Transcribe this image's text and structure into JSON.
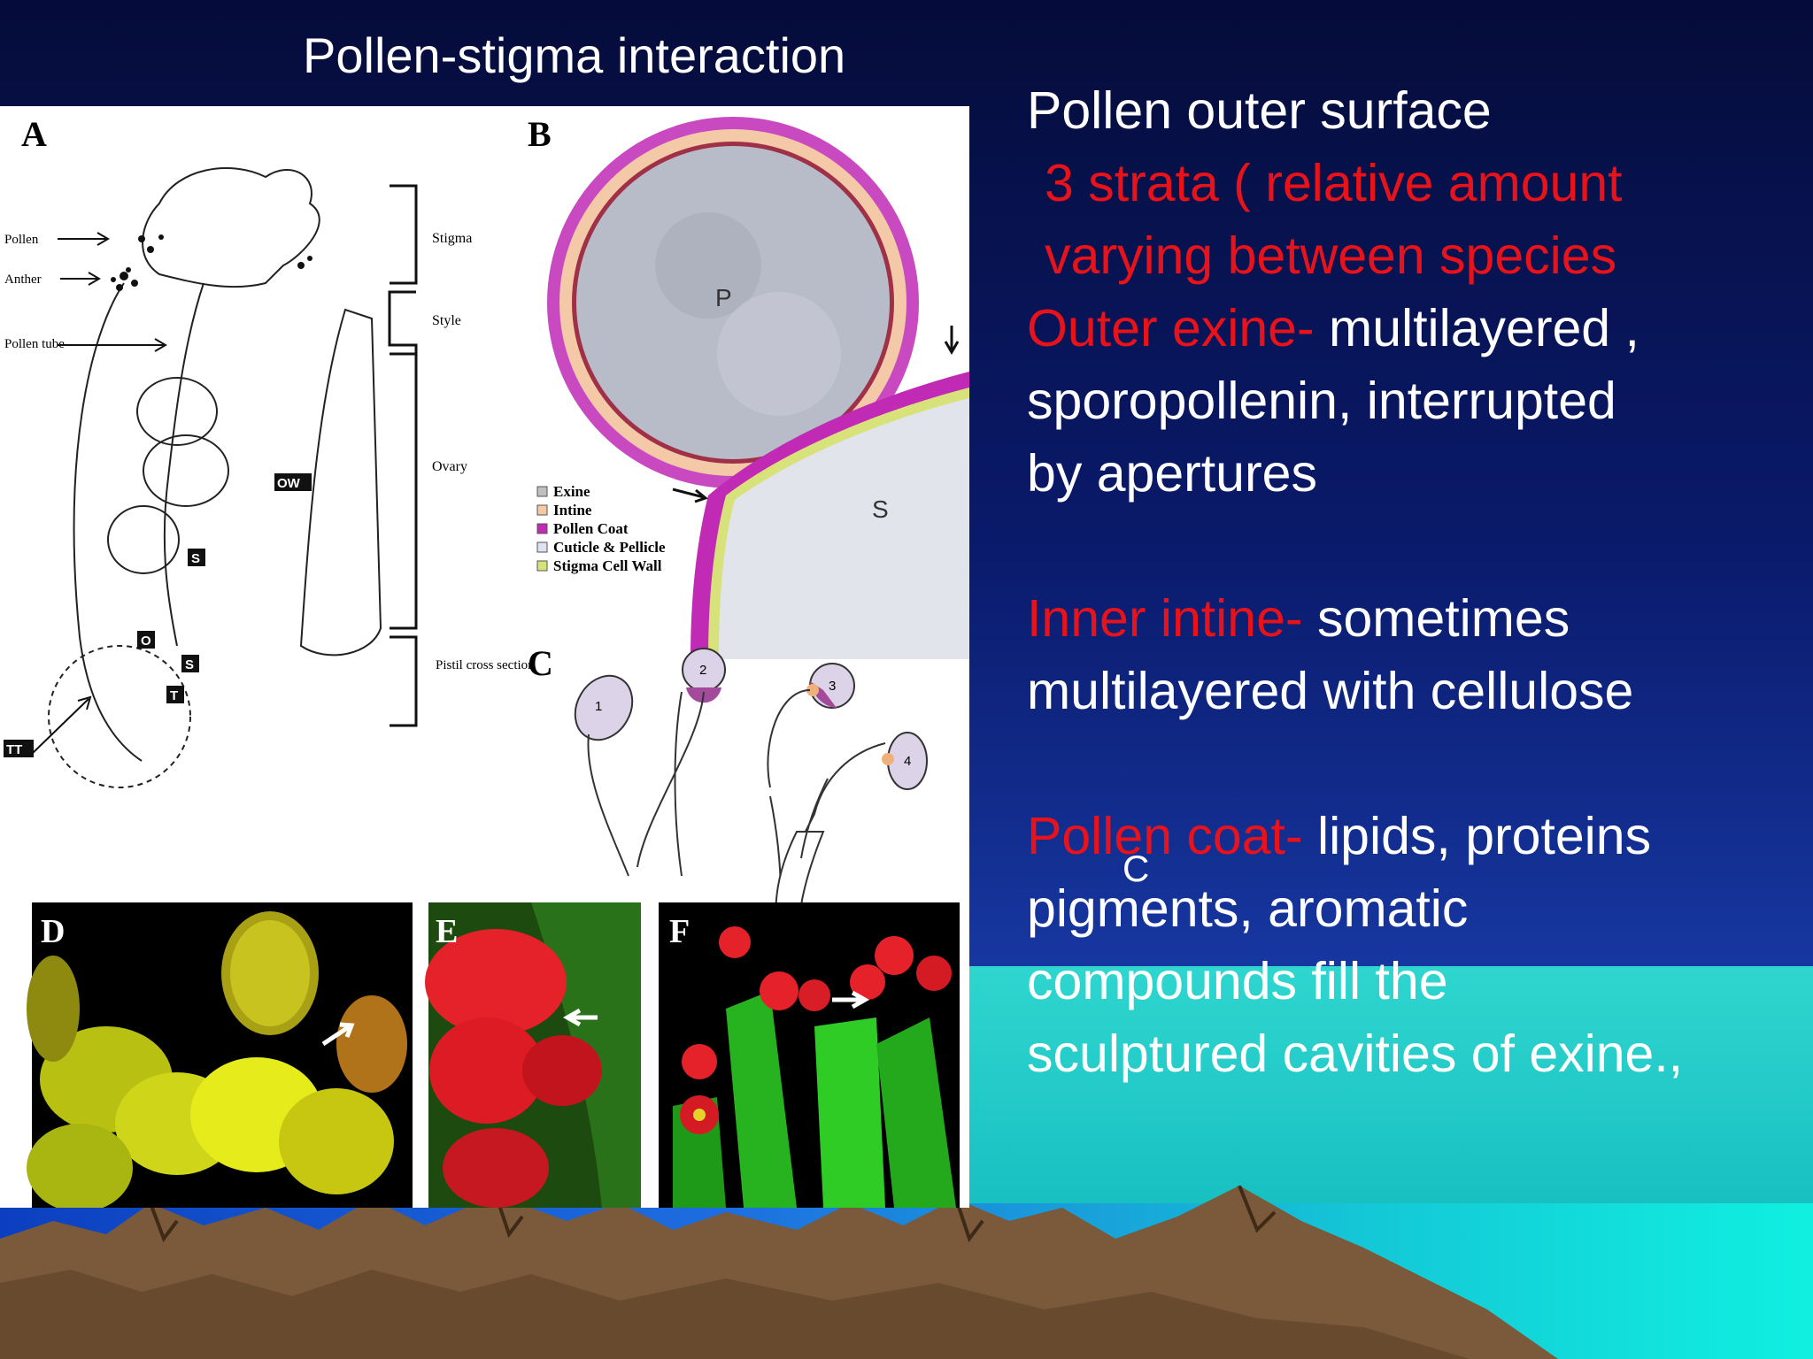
{
  "title": "Pollen-stigma interaction",
  "figure": {
    "panel_A": {
      "letter": "A",
      "left_labels": [
        "Pollen",
        "Anther",
        "Pollen tube"
      ],
      "right_labels": [
        "Stigma",
        "Style",
        "Ovary",
        "Pistil cross section"
      ],
      "tags": [
        "OW",
        "S",
        "O",
        "S",
        "T",
        "TT"
      ]
    },
    "panel_B": {
      "letter": "B",
      "cell_labels": [
        "P",
        "S"
      ],
      "legend": [
        "Exine",
        "Intine",
        "Pollen Coat",
        "Cuticle & Pellicle",
        "Stigma Cell Wall"
      ],
      "legend_colors": [
        "#bfbfbf",
        "#f3c9a8",
        "#c02ab5",
        "#dfe3ef",
        "#d7e27a"
      ]
    },
    "panel_C": {
      "letter": "C",
      "stages": [
        "1",
        "2",
        "3",
        "4"
      ]
    },
    "panel_D": {
      "letter": "D"
    },
    "panel_E": {
      "letter": "E"
    },
    "panel_F": {
      "letter": "F"
    }
  },
  "text": {
    "heading": "Pollen outer surface",
    "strata_1": "3 strata ( relative amount",
    "strata_2": "varying between species",
    "outer_key": "Outer exine-",
    "outer_1": " multilayered ,",
    "outer_2": "sporopollenin, interrupted",
    "outer_3": "by apertures",
    "inner_key": "Inner intine-",
    "inner_1": "  sometimes",
    "inner_2": "multilayered with cellulose",
    "coat_key": "Pollen coat-",
    "coat_1": " lipids, proteins",
    "coat_2": "pigments, aromatic",
    "coat_3": "compounds  fill  the",
    "coat_4": "sculptured  cavities of exine.,",
    "stray_char": "C"
  },
  "colors": {
    "accent_red": "#e8121a",
    "sky_top": "#050c3a",
    "sea": "#2fd6cf",
    "mountain": "#7a5a3a"
  }
}
